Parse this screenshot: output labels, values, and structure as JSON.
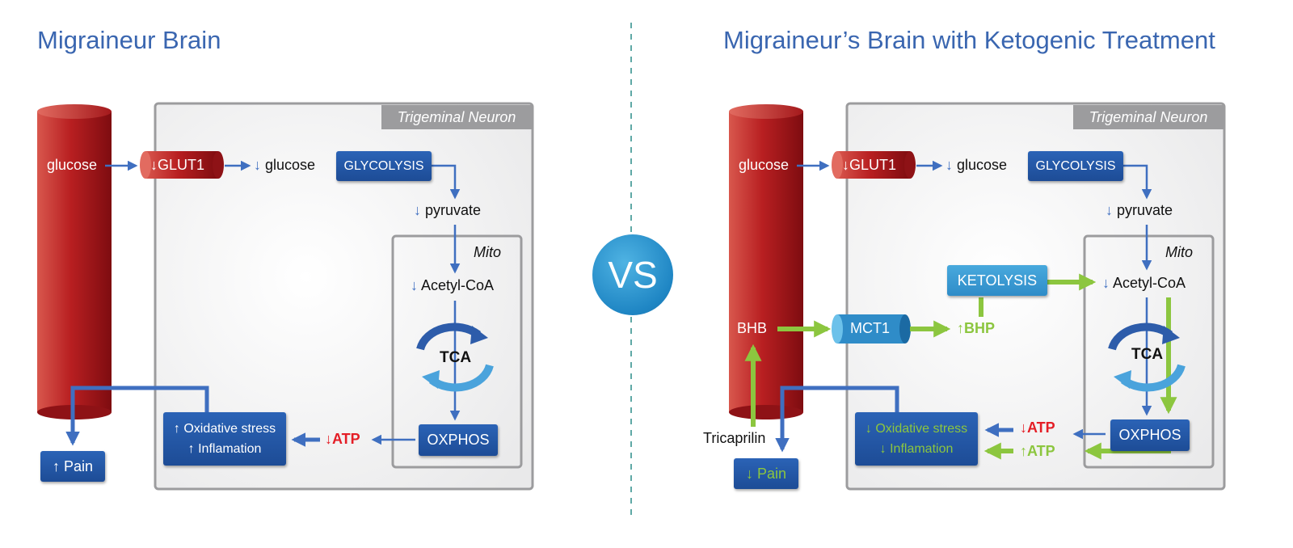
{
  "left": {
    "title": "Migraineur Brain",
    "neuron_label": "Trigeminal Neuron",
    "mito_label": "Mito",
    "glucose_in": "glucose",
    "glut1": "GLUT1",
    "glucose_down": "glucose",
    "glycolysis": "GLYCOLYSIS",
    "pyruvate": "pyruvate",
    "acetyl_coa": "Acetyl-CoA",
    "tca": "TCA",
    "oxphos": "OXPHOS",
    "atp": "ATP",
    "oxidative_stress": "Oxidative stress",
    "inflammation": "Inflamation",
    "pain": "Pain"
  },
  "right": {
    "title": "Migraineur’s Brain with Ketogenic Treatment",
    "neuron_label": "Trigeminal Neuron",
    "mito_label": "Mito",
    "glucose_in": "glucose",
    "glut1": "GLUT1",
    "glucose_down": "glucose",
    "glycolysis": "GLYCOLYSIS",
    "pyruvate": "pyruvate",
    "ketolysis": "KETOLYSIS",
    "acetyl_coa": "Acetyl-CoA",
    "bhb": "BHB",
    "mct1": "MCT1",
    "bhp": "BHP",
    "tca": "TCA",
    "oxphos": "OXPHOS",
    "atp_down": "ATP",
    "atp_up": "ATP",
    "oxidative_stress": "Oxidative stress",
    "inflammation": "Inflamation",
    "tricaprilin": "Tricaprilin",
    "pain": "Pain"
  },
  "vs": "VS",
  "glyphs": {
    "up": "↑",
    "down": "↓"
  },
  "colors": {
    "title_blue": "#3a66b0",
    "arrow_blue": "#3f6fc0",
    "green": "#8cc63f",
    "red": "#e41e26",
    "vessel_red": "#b71c1c",
    "divider": "#5fa9a6"
  }
}
